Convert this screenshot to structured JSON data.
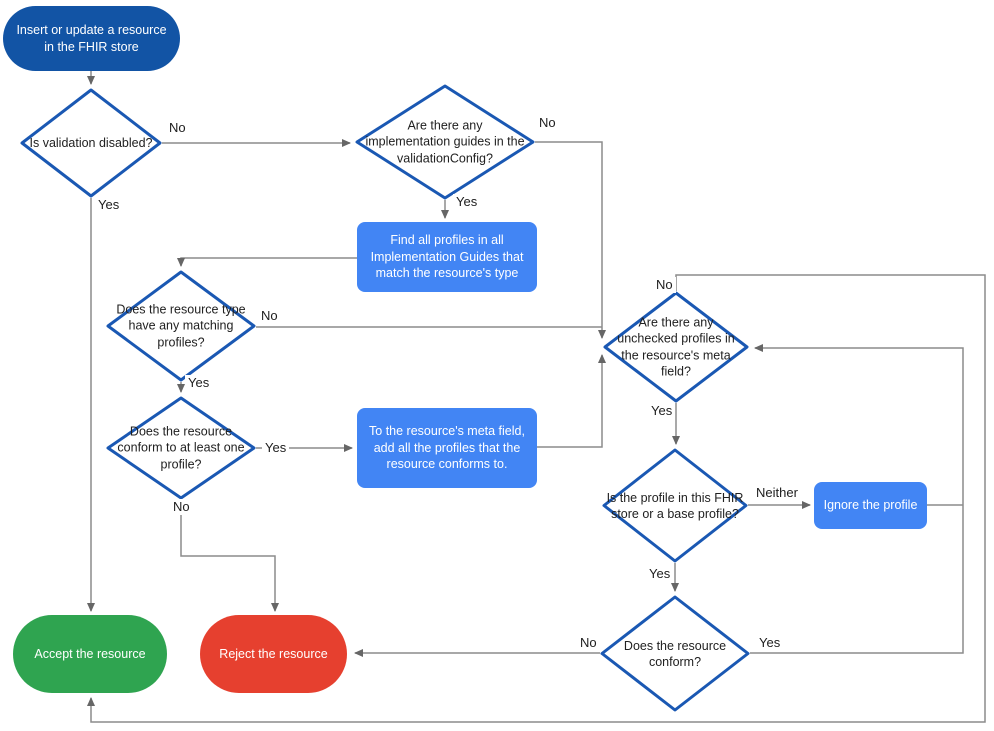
{
  "colors": {
    "start_blue": "#1254a5",
    "process_blue": "#4285f4",
    "accept_green": "#2fa450",
    "reject_red": "#e6402f",
    "diamond_border": "#1a58b3",
    "diamond_fill": "#ffffff",
    "line_gray": "#8c8c8c",
    "arrow_gray": "#666666",
    "text_dark": "#212121",
    "text_light": "#ffffff"
  },
  "nodes": {
    "start": {
      "label": "Insert or update a resource in the FHIR store"
    },
    "validation_disabled": {
      "label": "Is validation disabled?"
    },
    "implementation_guides": {
      "label": "Are there any implementation guides in the validationConfig?"
    },
    "find_profiles": {
      "label": "Find all profiles in all Implementation Guides that match the resource's type"
    },
    "matching_profiles": {
      "label": "Does the resource type have any matching profiles?"
    },
    "conform_one_profile": {
      "label": "Does the resource conform to at least one profile?"
    },
    "add_profiles_meta": {
      "label": "To the resource's meta field, add all the profiles that the resource conforms to."
    },
    "unchecked_profiles": {
      "label": "Are there any unchecked profiles in the resource's meta field?"
    },
    "profile_in_store": {
      "label": "Is the profile in this FHIR store or a base profile?"
    },
    "ignore_profile": {
      "label": "Ignore the profile"
    },
    "resource_conform": {
      "label": "Does the resource conform?"
    },
    "accept": {
      "label": "Accept the resource"
    },
    "reject": {
      "label": "Reject the resource"
    }
  },
  "labels": {
    "validation_no": "No",
    "validation_yes": "Yes",
    "guides_no": "No",
    "guides_yes": "Yes",
    "matching_no": "No",
    "matching_yes": "Yes",
    "conform1_yes": "Yes",
    "conform1_no": "No",
    "unchecked_no": "No",
    "unchecked_yes": "Yes",
    "profile_neither": "Neither",
    "profile_yes": "Yes",
    "conform2_no": "No",
    "conform2_yes": "Yes"
  }
}
